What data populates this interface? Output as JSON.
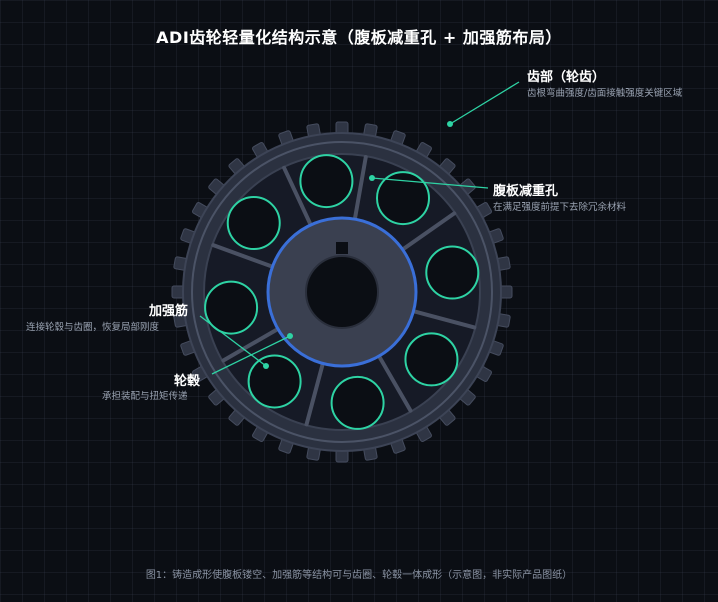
{
  "title": "ADI齿轮轻量化结构示意（腹板减重孔 + 加强筋布局）",
  "labels": {
    "teeth": {
      "heading": "齿部（轮齿）",
      "description": "齿根弯曲强度/齿面接触强度关键区域"
    },
    "web_holes": {
      "heading": "腹板减重孔",
      "description": "在满足强度前提下去除冗余材料"
    },
    "ribs": {
      "heading": "加强筋",
      "description": "连接轮毂与齿圈，恢复局部刚度"
    },
    "hub": {
      "heading": "轮毂",
      "description": "承担装配与扭矩传递"
    }
  },
  "caption": "图1：铸造成形使腹板镂空、加强筋等结构可与齿圈、轮毂一体成形（示意图，非实际产品图纸）",
  "colors": {
    "background": "#0b0e14",
    "gear_body": "#2b3140",
    "web": "#161a26",
    "hub": "#3a4050",
    "hub_ring": "#3a6fd8",
    "hole_ring": "#2ed3a4",
    "leader": "#2ed3a4",
    "rib": "#4a5163"
  }
}
